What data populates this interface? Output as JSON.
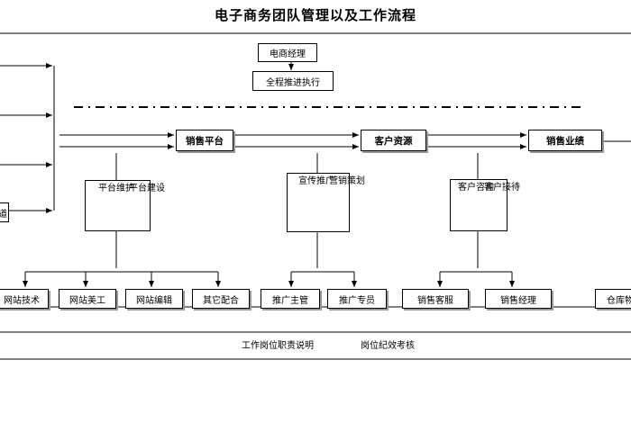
{
  "title": "电子商务团队管理以及工作流程",
  "top": {
    "manager": "电商经理",
    "promote": "全程推进执行"
  },
  "platforms": {
    "sales_platform": "销售平台",
    "customer_resource": "客户资源",
    "sales_performance": "销售业绩"
  },
  "duties": {
    "platform_maintain": "平台维护",
    "platform_build": "平台建设",
    "publicity": "宣传推广",
    "marketing_plan": "营销策划",
    "customer_consult": "客户咨询",
    "customer_reception": "客户接待"
  },
  "roles": {
    "web_tech": "网站技术",
    "web_design": "网站美工",
    "web_editor": "网站编辑",
    "other": "其它配合",
    "promo_lead": "推广主管",
    "promo_staff": "推广专员",
    "sales_service": "销售客服",
    "sales_manager": "销售经理",
    "warehouse": "仓库物"
  },
  "left_partial": "道",
  "footer": {
    "duties_desc": "工作岗位职责说明",
    "discipline": "岗位纪效考核"
  }
}
